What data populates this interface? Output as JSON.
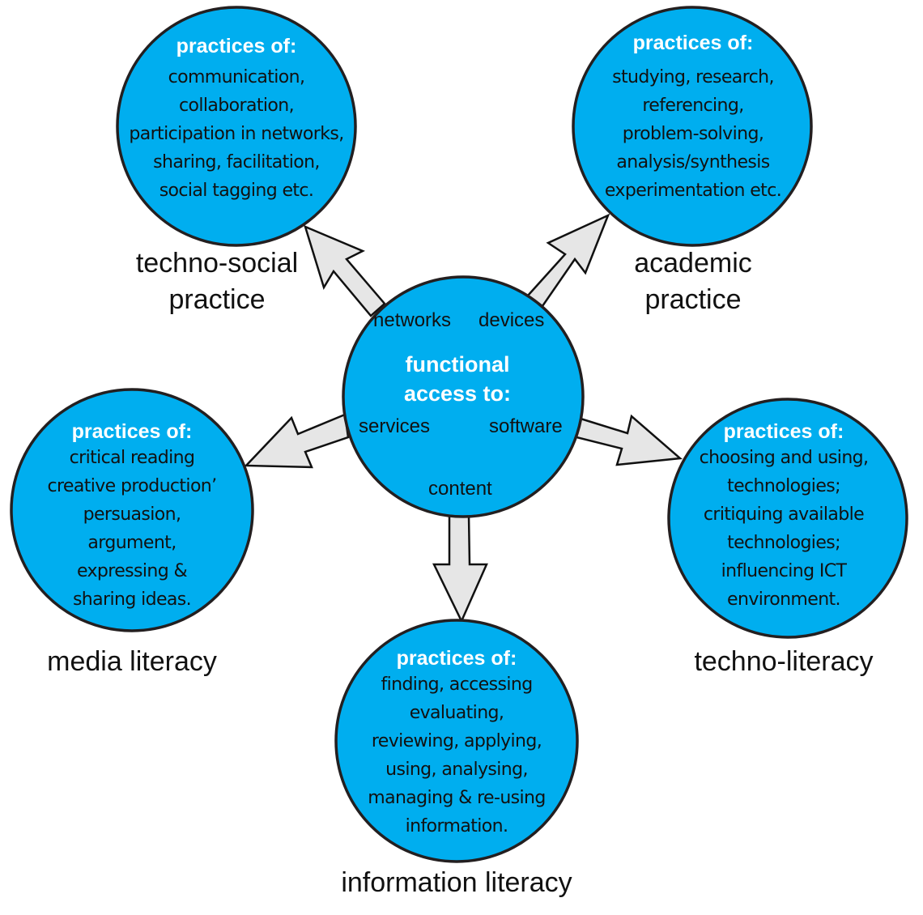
{
  "colors": {
    "circle_fill": "#00aeef",
    "circle_stroke": "#231f20",
    "arrow_fill": "#e6e6e6",
    "arrow_stroke": "#111111",
    "heading_text": "#ffffff",
    "body_text": "#111111"
  },
  "center": {
    "heading_line1": "functional",
    "heading_line2": "access to:",
    "items": {
      "networks": "networks",
      "devices": "devices",
      "services": "services",
      "software": "software",
      "content": "content"
    }
  },
  "nodes": [
    {
      "id": "techno-social",
      "heading": "practices of:",
      "lines": [
        "communication,",
        "collaboration,",
        "participation in networks,",
        "sharing, facilitation,",
        "social tagging etc."
      ],
      "caption_line1": "techno-social",
      "caption_line2": "practice"
    },
    {
      "id": "academic",
      "heading": "practices of:",
      "lines": [
        "studying, research,",
        "referencing,",
        "problem-solving,",
        "analysis/synthesis",
        "experimentation etc."
      ],
      "caption_line1": "academic",
      "caption_line2": "practice"
    },
    {
      "id": "media-literacy",
      "heading": "practices of:",
      "lines": [
        "critical reading",
        "creative production’",
        "persuasion,",
        "argument,",
        "expressing &",
        "sharing ideas."
      ],
      "caption_line1": "media literacy",
      "caption_line2": ""
    },
    {
      "id": "techno-literacy",
      "heading": "practices of:",
      "lines": [
        "choosing and using,",
        "technologies;",
        "critiquing available",
        "technologies;",
        "influencing ICT",
        "environment."
      ],
      "caption_line1": "techno-literacy",
      "caption_line2": ""
    },
    {
      "id": "information-literacy",
      "heading": "practices of:",
      "lines": [
        "finding, accessing",
        "evaluating,",
        "reviewing, applying,",
        "using, analysing,",
        "managing & re-using",
        "information."
      ],
      "caption_line1": "information literacy",
      "caption_line2": ""
    }
  ]
}
